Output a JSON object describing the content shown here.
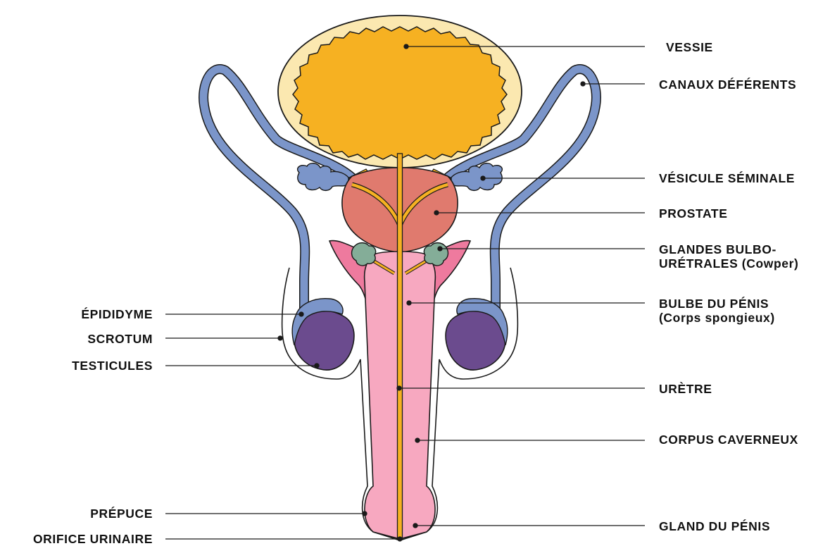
{
  "labels": {
    "vessie": "VESSIE",
    "canaux_deferents": "CANAUX DÉFÉRENTS",
    "vesicule_seminale": "VÉSICULE SÉMINALE",
    "prostate": "PROSTATE",
    "glandes_line1": "GLANDES BULBO-",
    "glandes_line2": "URÉTRALES (Cowper)",
    "bulbe_line1": "BULBE DU PÉNIS",
    "bulbe_line2": "(Corps spongieux)",
    "uretre": "URÈTRE",
    "corpus_caverneux": "CORPUS CAVERNEUX",
    "gland": "GLAND DU PÉNIS",
    "epididyme": "ÉPIDIDYME",
    "scrotum": "SCROTUM",
    "testicules": "TESTICULES",
    "prepuce": "PRÉPUCE",
    "orifice_urinaire": "ORIFICE URINAIRE"
  },
  "colors": {
    "bladder_outer": "#fbe8b0",
    "bladder_inner": "#f6b122",
    "urethra": "#f6b122",
    "vas_deferens": "#7b95c9",
    "prostate": "#e07a6e",
    "cowper": "#84ad98",
    "corpus_cavernosum": "#ee7a9e",
    "corpus_spongiosum": "#f7a8c0",
    "testis": "#6b4b8e",
    "outline": "#1a1a1a"
  }
}
